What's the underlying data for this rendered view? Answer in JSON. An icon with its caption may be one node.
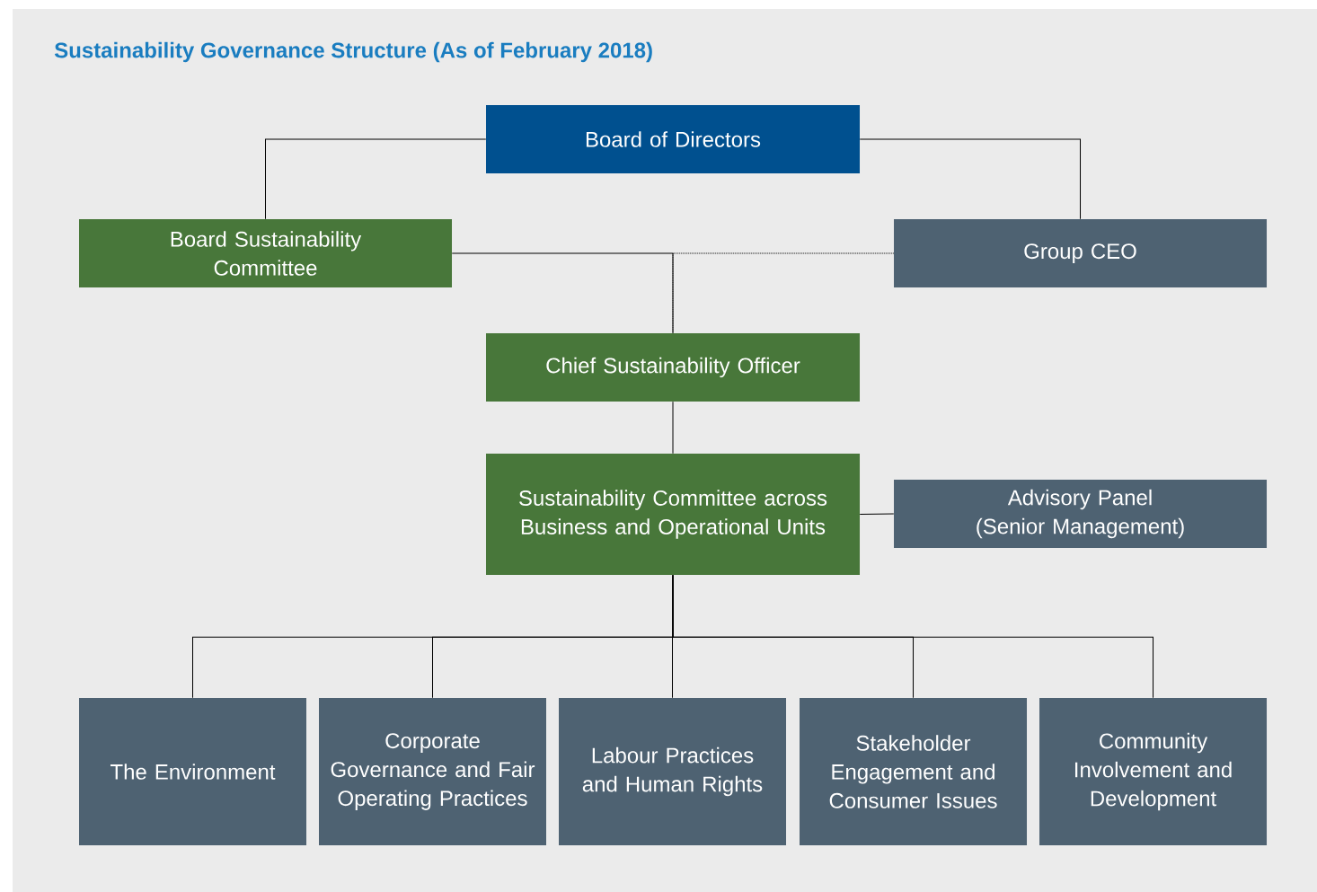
{
  "diagram": {
    "title": "Sustainability Governance Structure (As of February 2018)",
    "nodes": [
      {
        "text": [
          "Board of Directors"
        ]
      },
      {
        "text": [
          "Board Sustainability Committee"
        ]
      },
      {
        "text": [
          "Group CEO"
        ]
      },
      {
        "text": [
          "Chief Sustainability Officer"
        ]
      },
      {
        "text": [
          "Sustainability Committee across Business and Operational Units"
        ]
      },
      {
        "text": [
          "Advisory Panel (Senior Management)"
        ]
      },
      {
        "text": [
          "The Environment"
        ]
      },
      {
        "text": [
          "Corporate Governance and Fair Operating Practices"
        ]
      },
      {
        "text": [
          "Labour Practices and Human Rights"
        ]
      },
      {
        "text": [
          "Stakeholder Engagement and Consumer Issues"
        ]
      },
      {
        "text": [
          "Community Involvement and Development"
        ]
      }
    ],
    "edges": [
      {
        "from": 0,
        "to": 1,
        "arrow": "none"
      },
      {
        "from": 0,
        "to": 2,
        "arrow": "none"
      },
      {
        "from": 1,
        "to": 3,
        "arrow": "none"
      },
      {
        "from": 2,
        "to": 3,
        "arrow": "none",
        "style": "dashed"
      },
      {
        "from": 3,
        "to": 4,
        "arrow": "none"
      },
      {
        "from": 4,
        "to": 5,
        "arrow": "none"
      },
      {
        "from": 4,
        "to": 6,
        "arrow": "none"
      },
      {
        "from": 4,
        "to": 7,
        "arrow": "none"
      },
      {
        "from": 4,
        "to": 8,
        "arrow": "none"
      },
      {
        "from": 4,
        "to": 9,
        "arrow": "none"
      },
      {
        "from": 4,
        "to": 10,
        "arrow": "none"
      }
    ]
  }
}
